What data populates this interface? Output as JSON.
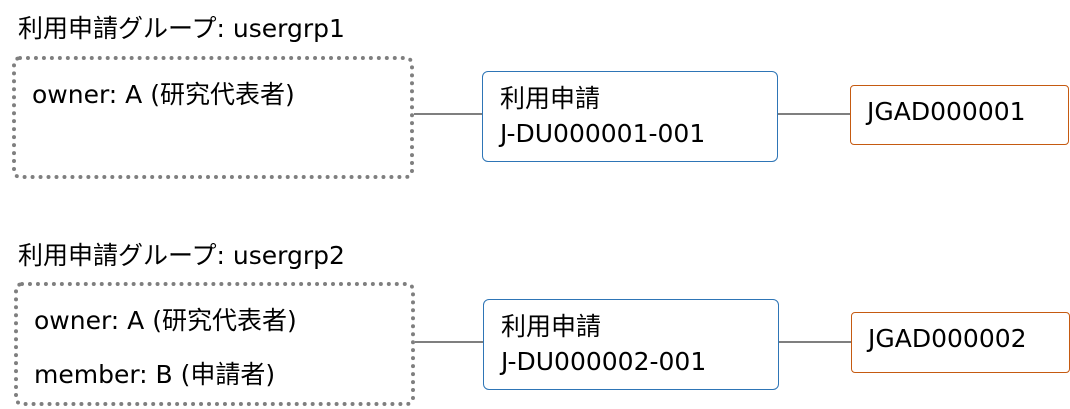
{
  "groups": [
    {
      "title": "利用申請グループ: usergrp1",
      "members": [
        "owner: A (研究代表者)"
      ],
      "application": {
        "label": "利用申請",
        "id": "J-DU000001-001"
      },
      "dataset": "JGAD000001"
    },
    {
      "title": "利用申請グループ: usergrp2",
      "members": [
        "owner: A (研究代表者)",
        "member: B (申請者)"
      ],
      "application": {
        "label": "利用申請",
        "id": "J-DU000002-001"
      },
      "dataset": "JGAD000002"
    }
  ],
  "colors": {
    "group_border": "#7f7f7f",
    "application_border": "#2e75b6",
    "dataset_border": "#c55a11",
    "connector": "#7f7f7f"
  }
}
